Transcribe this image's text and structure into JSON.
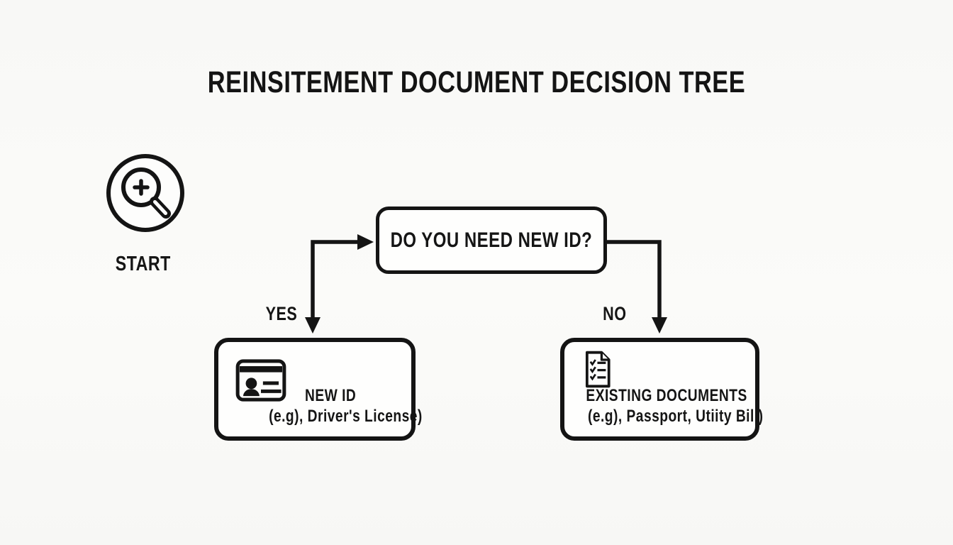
{
  "title": "REINSITEMENT DOCUMENT DECISION TREE",
  "start": {
    "label": "START",
    "icon": "magnifier-zoom-in-icon"
  },
  "decision": {
    "label": "DO YOU NEED NEW ID?"
  },
  "branches": {
    "yes": {
      "label": "YES",
      "icon": "id-card-icon",
      "result_title": "NEW ID",
      "result_subtitle": "(e.g), Driver's License)"
    },
    "no": {
      "label": "NO",
      "icon": "checklist-document-icon",
      "result_title": "EXISTING DOCUMENTS",
      "result_subtitle": "(e.g), Passport, Utiity Bill)"
    }
  },
  "colors": {
    "background": "#f8f8f6",
    "ink": "#141414",
    "box_fill": "#fefefd"
  }
}
